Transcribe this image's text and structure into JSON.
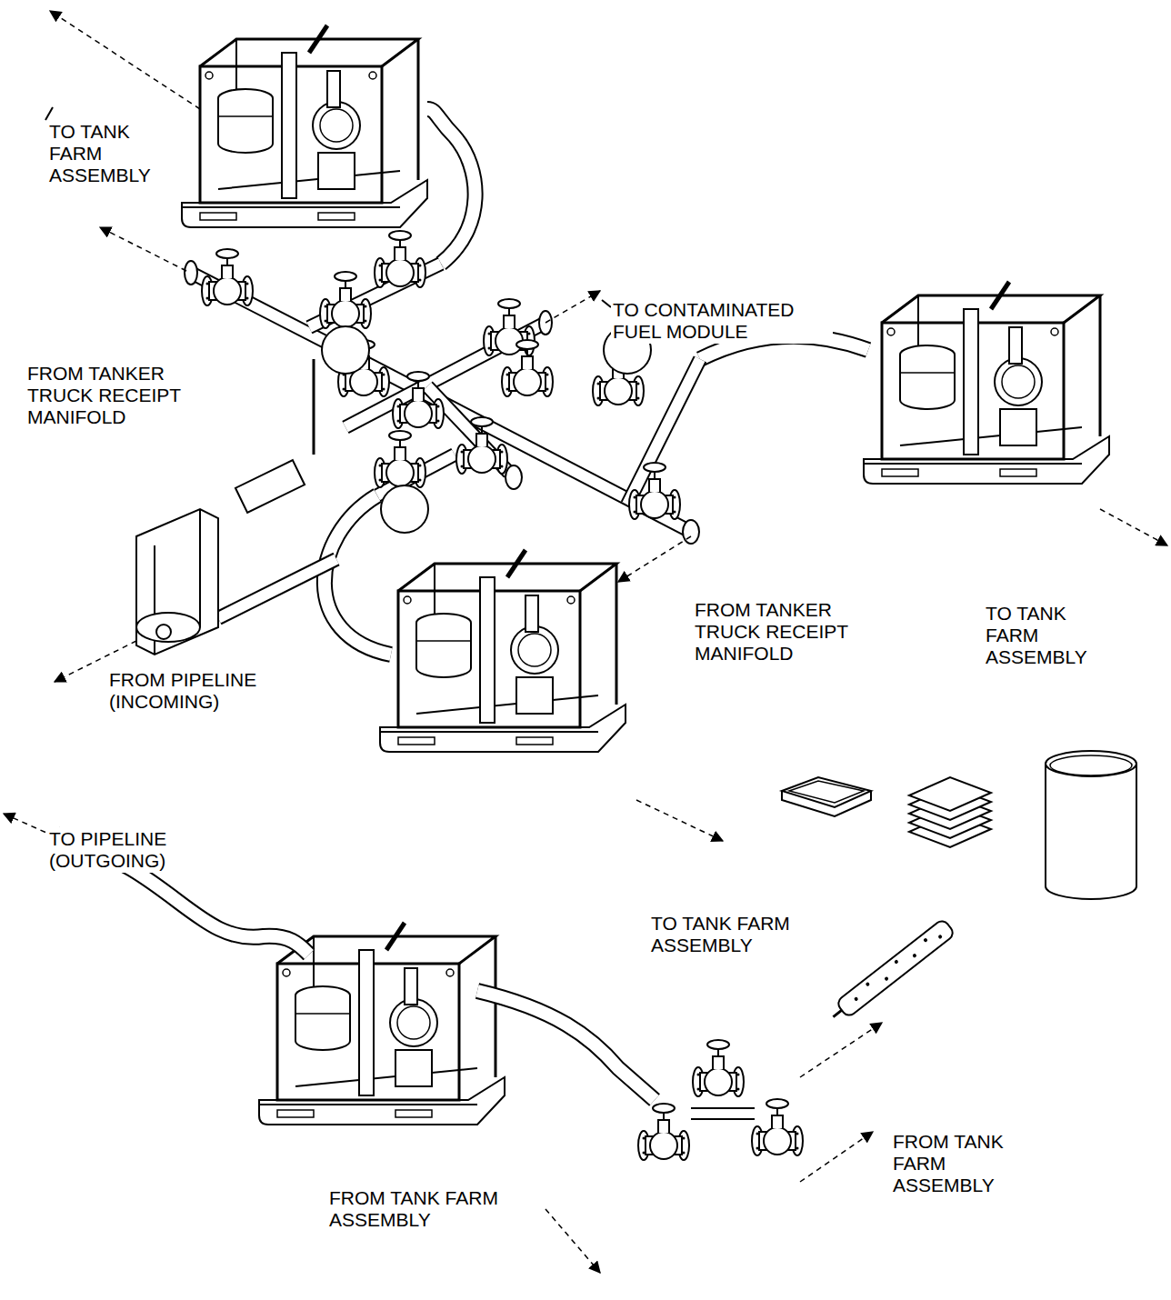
{
  "diagram": {
    "labels": [
      "TO TANK FARM ASSEMBLY",
      "TO CONTAMINATED FUEL MODULE",
      "FROM TANKER TRUCK RECEIPT MANIFOLD",
      "FROM PIPELINE (INCOMING)",
      "FROM TANKER TRUCK RECEIPT MANIFOLD",
      "TO TANK FARM ASSEMBLY",
      "TO PIPELINE (OUTGOING)",
      "TO TANK FARM ASSEMBLY",
      "FROM TANK FARM ASSEMBLY",
      "FROM TANK FARM ASSEMBLY"
    ]
  }
}
